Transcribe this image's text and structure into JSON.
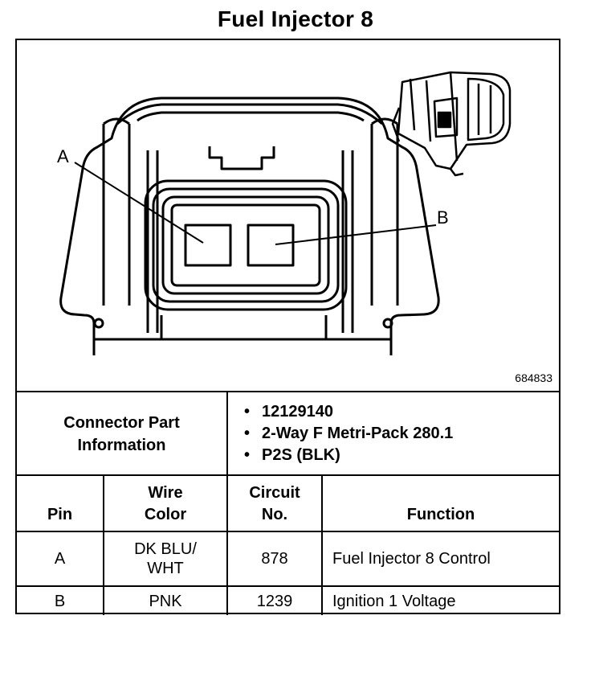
{
  "title": "Fuel Injector 8",
  "figure_id": "684833",
  "callouts": {
    "a": "A",
    "b": "B"
  },
  "connector_info": {
    "label_line1": "Connector Part",
    "label_line2": "Information",
    "items": [
      "12129140",
      "2-Way F Metri-Pack 280.1",
      "P2S (BLK)"
    ]
  },
  "pin_table": {
    "headers": {
      "pin": "Pin",
      "wire_color_1": "Wire",
      "wire_color_2": "Color",
      "circuit_1": "Circuit",
      "circuit_2": "No.",
      "function": "Function"
    },
    "rows": [
      {
        "pin": "A",
        "wire_color_1": "DK BLU/",
        "wire_color_2": "WHT",
        "circuit": "878",
        "function": "Fuel Injector 8 Control"
      },
      {
        "pin": "B",
        "wire_color_1": "PNK",
        "wire_color_2": "",
        "circuit": "1239",
        "function": "Ignition 1 Voltage"
      }
    ]
  }
}
